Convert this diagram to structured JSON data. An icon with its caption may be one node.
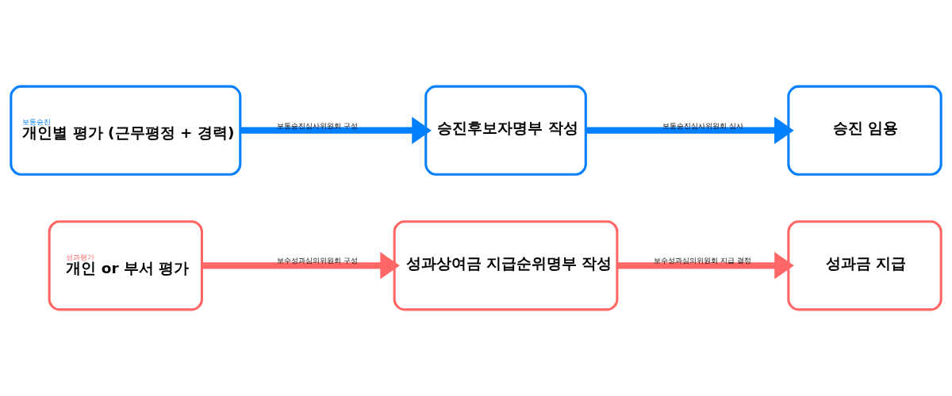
{
  "diagram": {
    "nodes": [
      {
        "text": [
          "보통승진",
          "개인별 평가 (근무평정 + 경력)"
        ]
      },
      {
        "text": [
          "승진후보자명부 작성"
        ]
      },
      {
        "text": [
          "승진 임용"
        ]
      },
      {
        "text": [
          "성과평가",
          "개인 or 부서 평가"
        ]
      },
      {
        "text": [
          "성과상여금 지급순위명부 작성"
        ]
      },
      {
        "text": [
          "성과금 지급"
        ]
      }
    ],
    "edges": [
      {
        "from": 0,
        "to": 1,
        "arrow": "to",
        "label": "보통승진심사위원회 구성",
        "color": "#0080ff"
      },
      {
        "from": 1,
        "to": 2,
        "arrow": "to",
        "label": "보통승진심사위원회 심사",
        "color": "#0080ff"
      },
      {
        "from": 3,
        "to": 4,
        "arrow": "to",
        "label": "보수성과심의위원회 구성",
        "color": "#ff6666"
      },
      {
        "from": 4,
        "to": 5,
        "arrow": "to",
        "label": "보수성과심의위원회 지급 결정",
        "color": "#ff6666"
      }
    ]
  }
}
